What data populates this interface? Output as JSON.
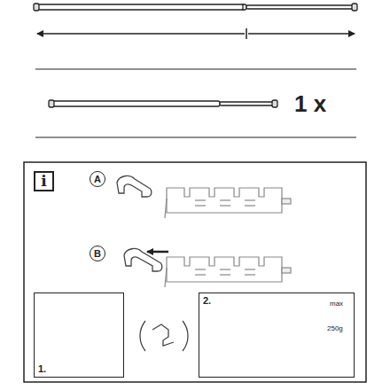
{
  "diagram": {
    "nodes": [
      {
        "text": [
          "i"
        ]
      },
      {
        "text": [
          "A"
        ]
      },
      {
        "text": [
          "B"
        ]
      },
      {
        "text": [
          "1."
        ]
      },
      {
        "text": [
          "2."
        ]
      }
    ],
    "labels": [
      "1 x",
      "max",
      "250g"
    ]
  }
}
